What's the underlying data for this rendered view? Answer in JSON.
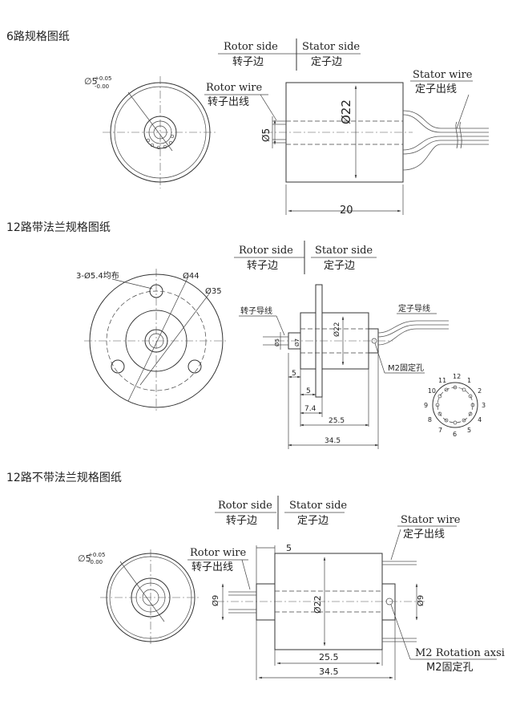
{
  "sections": [
    {
      "title": "6路规格图纸",
      "rotor_side": "Rotor side",
      "rotor_side_cn": "转子边",
      "stator_side": "Stator side",
      "stator_side_cn": "定子边",
      "rotor_wire": "Rotor wire",
      "rotor_wire_cn": "转子出线",
      "stator_wire": "Stator wire",
      "stator_wire_cn": "定子出线",
      "shaft_tol": "∅5",
      "tol_plus": "+0.05",
      "tol_minus": "-0.00",
      "dim_body_dia": "Ø22",
      "dim_shaft": "Ø5",
      "dim_length": "20"
    },
    {
      "title": "12路带法兰规格图纸",
      "rotor_side": "Rotor side",
      "rotor_side_cn": "转子边",
      "stator_side": "Stator side",
      "stator_side_cn": "定子边",
      "holes": "3-Ø5.4均布",
      "dim_flange": "Ø44",
      "dim_pcd": "Ø35",
      "rotor_lead": "转子导线",
      "stator_lead": "定子导线",
      "dim_body": "Ø22",
      "dim_shaft": "Ø5",
      "dim_bore": "Ø7",
      "m2_hole": "M2固定孔",
      "d5a": "5",
      "d5b": "5",
      "d74": "7.4",
      "d255": "25.5",
      "d345": "34.5",
      "pins": [
        "1",
        "2",
        "3",
        "4",
        "5",
        "6",
        "7",
        "8",
        "9",
        "10",
        "11",
        "12"
      ]
    },
    {
      "title": "12路不带法兰规格图纸",
      "rotor_side": "Rotor side",
      "rotor_side_cn": "转子边",
      "stator_side": "Stator side",
      "stator_side_cn": "定子边",
      "rotor_wire": "Rotor wire",
      "rotor_wire_cn": "转子出线",
      "stator_wire": "Stator wire",
      "stator_wire_cn": "定子出线",
      "shaft_tol": "∅5",
      "tol_plus": "+0.05",
      "tol_minus": "-0.00",
      "dim_5": "5",
      "dim_phi9_left": "Ø9",
      "dim_phi9_right": "Ø9",
      "dim_body": "Ø22",
      "d255": "25.5",
      "d345": "34.5",
      "m2_en": "M2 Rotation axsi",
      "m2_cn": "M2固定孔"
    }
  ]
}
